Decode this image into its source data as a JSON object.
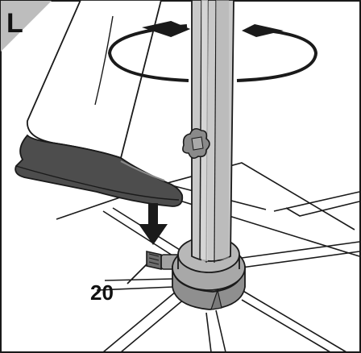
{
  "step_label": "L",
  "callout_label": "20",
  "colors": {
    "corner_tab": "#bdbdbd",
    "pole": "#c9c9c9",
    "pole_groove": "#9a9a9a",
    "base": "#a3a3a3",
    "shoe": "#4d4d4d",
    "outline": "#1a1a1a",
    "background": "#ffffff"
  },
  "icons": {
    "rotation": "circular-rotation-arrows",
    "press_down": "down-arrow",
    "release_pedal": "foot-pedal-lever",
    "pole_knob": "star-knob"
  }
}
